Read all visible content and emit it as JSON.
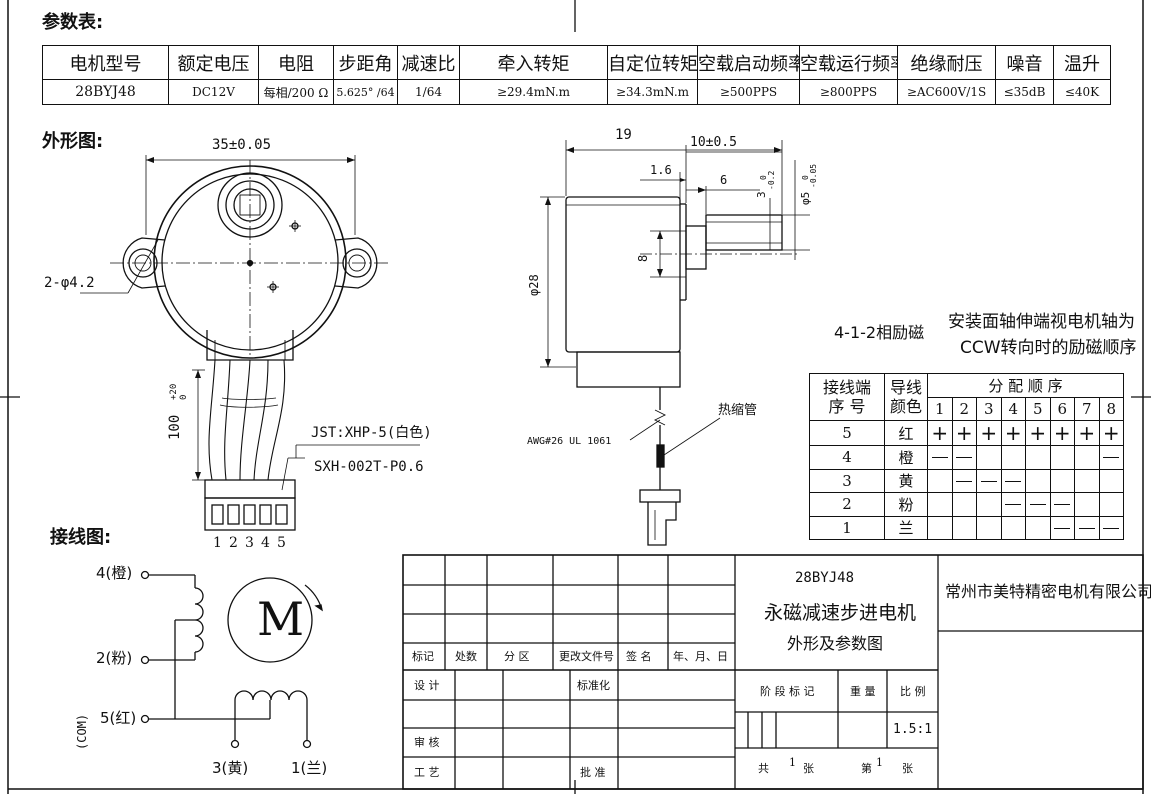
{
  "params": {
    "title": "参数表:",
    "headers": [
      "电机型号",
      "额定电压",
      "电阻",
      "步距角",
      "减速比",
      "牵入转矩",
      "自定位转矩",
      "空载启动频率",
      "空载运行频率",
      "绝缘耐压",
      "噪音",
      "温升"
    ],
    "values": [
      "28BYJ48",
      "DC12V",
      "每相/200 Ω",
      "5.625° /64",
      "1/64",
      "≥29.4mN.m",
      "≥34.3mN.m",
      "≥500PPS",
      "≥800PPS",
      "≥AC600V/1S",
      "≤35dB",
      "≤40K"
    ]
  },
  "outline": {
    "title": "外形图:",
    "dim_width": "35±0.05",
    "dim_holes": "2-φ4.2",
    "dim_lead": "100",
    "dim_lead_tol_upper": "+20",
    "dim_lead_tol_lower": "0",
    "connector_jst": "JST:XHP-5(白色)",
    "connector_sxh": "SXH-002T-P0.6",
    "pins": [
      "1",
      "2",
      "3",
      "4",
      "5"
    ]
  },
  "side_view": {
    "dim_19": "19",
    "dim_10": "10±0.5",
    "dim_1_6": "1.6",
    "dim_6": "6",
    "dim_3": "3",
    "dim_3_tol": "-0.2",
    "dim_3_tol_upper": "0",
    "dim_5": "φ5",
    "dim_5_tol": "-0.05",
    "dim_5_tol_upper": "0",
    "dim_8": "8",
    "dim_28": "φ28",
    "wire_label": "AWG#26 UL 1061",
    "heat_shrink": "热缩管"
  },
  "excitation": {
    "mode": "4-1-2相励磁",
    "note_line1": "安装面轴伸端视电机轴为",
    "note_line2": "CCW转向时的励磁顺序",
    "col_terminal": [
      "接线端",
      "序 号"
    ],
    "col_color": [
      "导线",
      "颜色"
    ],
    "col_seq": "分 配 顺 序",
    "steps": [
      "1",
      "2",
      "3",
      "4",
      "5",
      "6",
      "7",
      "8"
    ],
    "rows": [
      {
        "terminal": "5",
        "color": "红",
        "cells": [
          "+",
          "+",
          "+",
          "+",
          "+",
          "+",
          "+",
          "+"
        ]
      },
      {
        "terminal": "4",
        "color": "橙",
        "cells": [
          "-",
          "-",
          "",
          "",
          "",
          "",
          "",
          "-"
        ]
      },
      {
        "terminal": "3",
        "color": "黄",
        "cells": [
          "",
          "-",
          "-",
          "-",
          "",
          "",
          "",
          ""
        ]
      },
      {
        "terminal": "2",
        "color": "粉",
        "cells": [
          "",
          "",
          "",
          "-",
          "-",
          "-",
          "",
          ""
        ]
      },
      {
        "terminal": "1",
        "color": "兰",
        "cells": [
          "",
          "",
          "",
          "",
          "",
          "-",
          "-",
          "-"
        ]
      }
    ]
  },
  "wiring": {
    "title": "接线图:",
    "motor_symbol": "M",
    "t4": "4(橙)",
    "t2": "2(粉)",
    "t5": "5(红)",
    "com": "(COM)",
    "t3": "3(黄)",
    "t1": "1(兰)"
  },
  "title_block": {
    "model": "28BYJ48",
    "name": "永磁减速步进电机",
    "subtitle": "外形及参数图",
    "company": "常州市美特精密电机有限公司",
    "rev_headers": [
      "标记",
      "处数",
      "分 区",
      "更改文件号",
      "签 名",
      "年、月、日"
    ],
    "design": "设 计",
    "standardize": "标准化",
    "review": "审 核",
    "process": "工 艺",
    "approve": "批 准",
    "stage": "阶 段 标 记",
    "weight": "重 量",
    "scale_label": "比 例",
    "scale": "1.5:1",
    "total_prefix": "共",
    "total": "1",
    "sheets": "张",
    "sheet_prefix": "第",
    "sheet": "1",
    "sheets2": "张"
  }
}
